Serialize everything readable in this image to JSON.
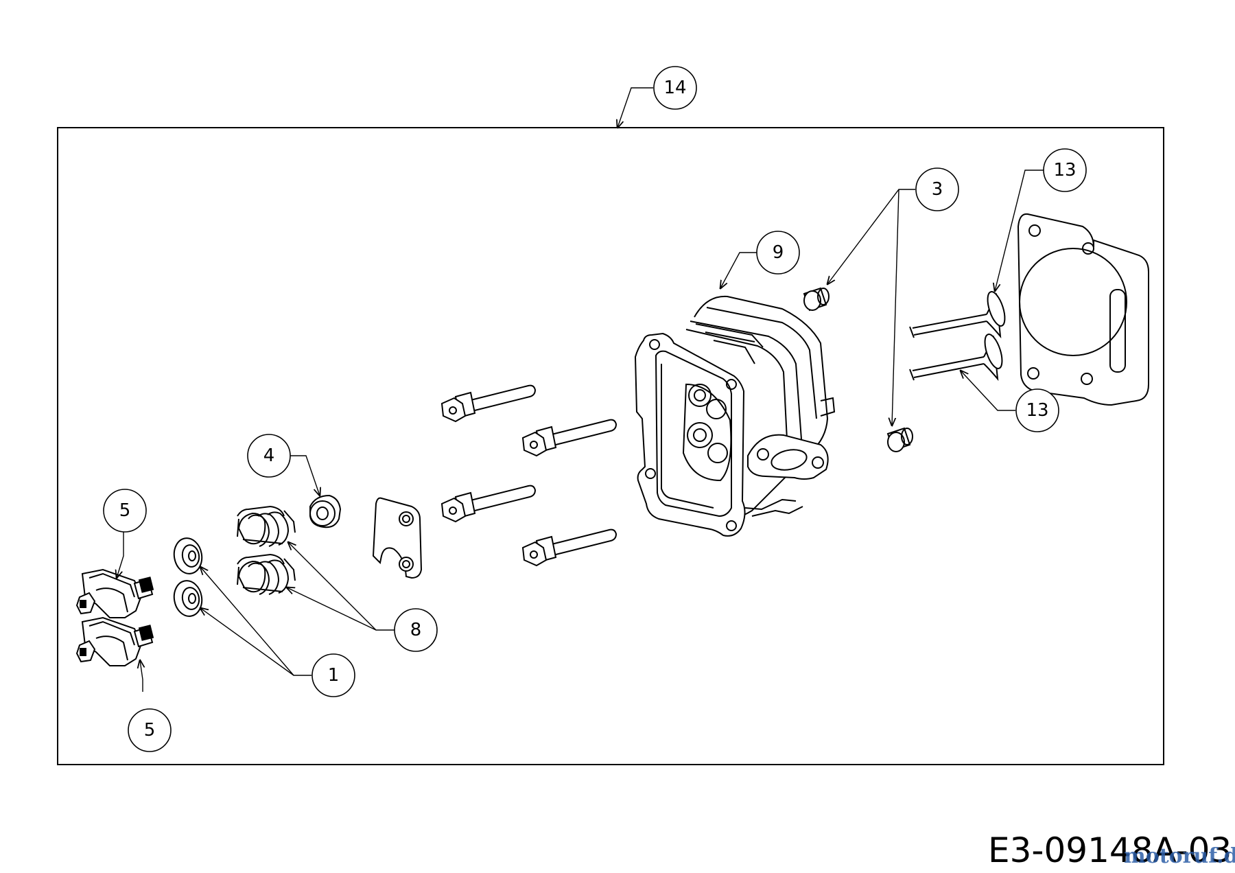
{
  "diagram": {
    "reference": "E3-09148A-03",
    "watermark": "motoruf.de",
    "callouts": {
      "c14": "14",
      "c3": "3",
      "c13a": "13",
      "c13b": "13",
      "c9": "9",
      "c4": "4",
      "c5a": "5",
      "c5b": "5",
      "c8": "8",
      "c1": "1"
    },
    "parts": [
      "rocker-arm",
      "valve-spring-retainer",
      "valve-spring",
      "valve-stem-seal",
      "push-rod-guide-plate",
      "flange-bolt",
      "cylinder-head",
      "dowel-pin",
      "valve",
      "head-gasket"
    ]
  }
}
